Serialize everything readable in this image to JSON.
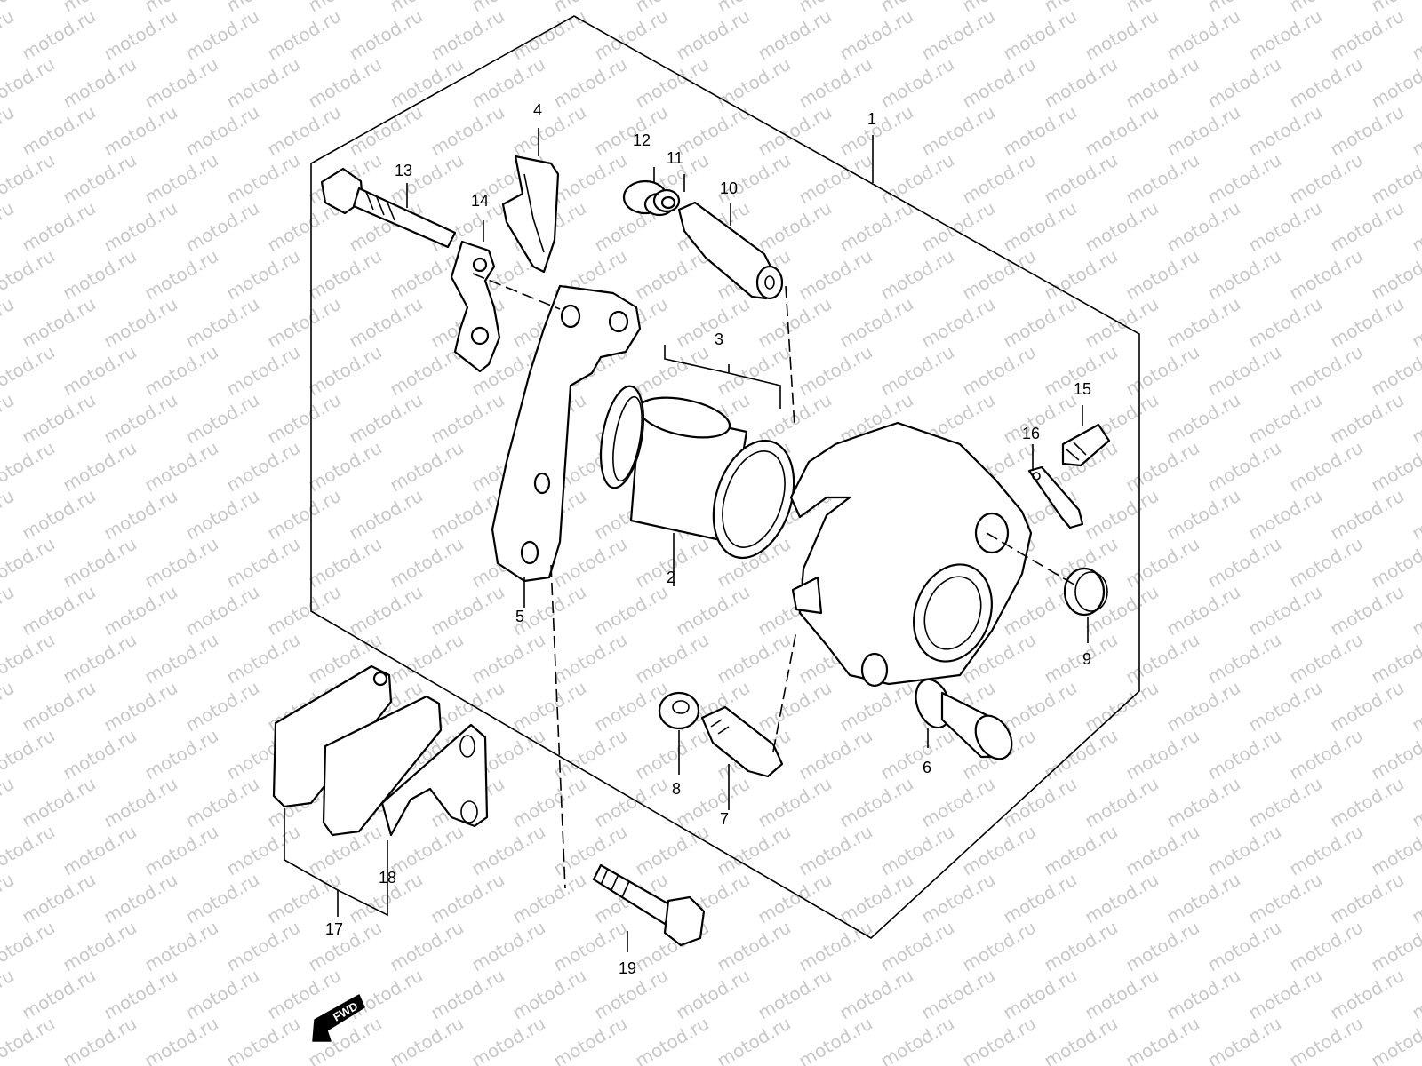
{
  "watermark": "motod.ru",
  "callouts": [
    {
      "id": "1",
      "text": "1"
    },
    {
      "id": "2",
      "text": "2"
    },
    {
      "id": "3",
      "text": "3"
    },
    {
      "id": "4",
      "text": "4"
    },
    {
      "id": "5",
      "text": "5"
    },
    {
      "id": "6",
      "text": "6"
    },
    {
      "id": "7",
      "text": "7"
    },
    {
      "id": "8",
      "text": "8"
    },
    {
      "id": "9",
      "text": "9"
    },
    {
      "id": "10",
      "text": "10"
    },
    {
      "id": "11",
      "text": "11"
    },
    {
      "id": "12",
      "text": "12"
    },
    {
      "id": "13",
      "text": "13"
    },
    {
      "id": "14",
      "text": "14"
    },
    {
      "id": "15",
      "text": "15"
    },
    {
      "id": "16",
      "text": "16"
    },
    {
      "id": "17",
      "text": "17"
    },
    {
      "id": "18",
      "text": "18"
    },
    {
      "id": "19",
      "text": "19"
    }
  ],
  "fwd_label": "FWD"
}
